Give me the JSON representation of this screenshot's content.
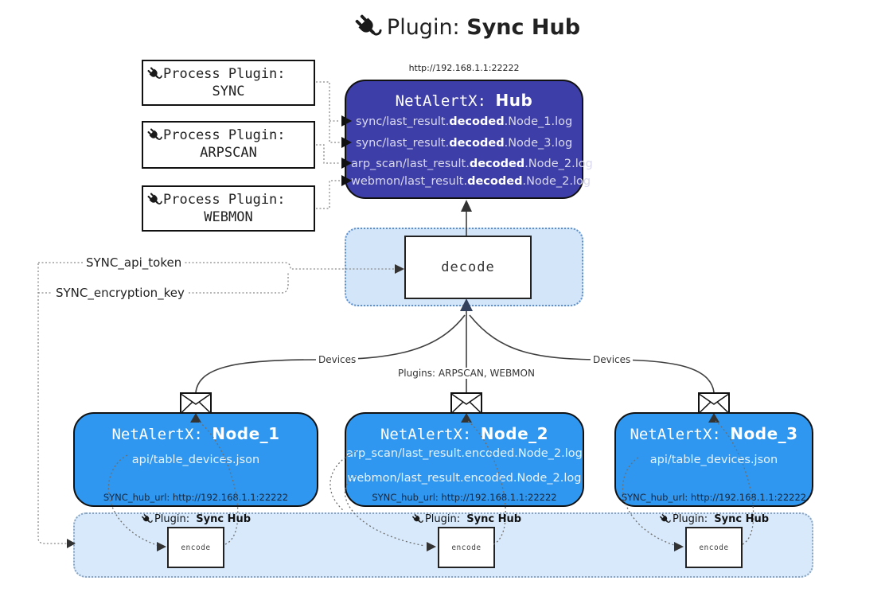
{
  "title": {
    "icon": "plug-icon",
    "prefix": "Plugin:",
    "name": "Sync Hub"
  },
  "hub": {
    "url": "http://192.168.1.1:22222",
    "name_prefix": "NetAlertX:",
    "name": "Hub",
    "lines": [
      {
        "pre": "sync/last_result.",
        "bold": "decoded",
        "post": ".Node_1.log"
      },
      {
        "pre": "sync/last_result.",
        "bold": "decoded",
        "post": ".Node_3.log"
      },
      {
        "pre": "arp_scan/last_result.",
        "bold": "decoded",
        "post": ".Node_2.log"
      },
      {
        "pre": "webmon/last_result.",
        "bold": "decoded",
        "post": ".Node_2.log"
      }
    ]
  },
  "process_plugins": [
    {
      "label": "Process Plugin:",
      "name": "SYNC"
    },
    {
      "label": "Process Plugin:",
      "name": "ARPSCAN"
    },
    {
      "label": "Process Plugin:",
      "name": "WEBMON"
    }
  ],
  "tokens": {
    "api_token": "SYNC_api_token",
    "encryption_key": "SYNC_encryption_key"
  },
  "decode": {
    "label": "decode"
  },
  "edges": {
    "devices_left": "Devices",
    "devices_right": "Devices",
    "plugins_mid": "Plugins: ARPSCAN, WEBMON"
  },
  "nodes": [
    {
      "name_prefix": "NetAlertX:",
      "name": "Node_1",
      "files": [
        "api/table_devices.json"
      ],
      "hub_url": "SYNC_hub_url: http://192.168.1.1:22222"
    },
    {
      "name_prefix": "NetAlertX:",
      "name": "Node_2",
      "files": [
        "arp_scan/last_result.encoded.Node_2.log",
        "webmon/last_result.encoded.Node_2.log"
      ],
      "hub_url": "SYNC_hub_url: http://192.168.1.1:22222"
    },
    {
      "name_prefix": "NetAlertX:",
      "name": "Node_3",
      "files": [
        "api/table_devices.json"
      ],
      "hub_url": "SYNC_hub_url: http://192.168.1.1:22222"
    }
  ],
  "encoders": [
    {
      "plugin_prefix": "Plugin:",
      "plugin_name": "Sync Hub",
      "label": "encode"
    },
    {
      "plugin_prefix": "Plugin:",
      "plugin_name": "Sync Hub",
      "label": "encode"
    },
    {
      "plugin_prefix": "Plugin:",
      "plugin_name": "Sync Hub",
      "label": "encode"
    }
  ],
  "colors": {
    "hub_fill": "#3e3ea8",
    "node_fill": "#2f97ef",
    "decode_area_fill": "#d3e5f8",
    "encode_bar_fill": "#d7e9fb",
    "decode_border": "#5d8fcc",
    "encode_bar_border": "#8aa4bf",
    "line": "#3f3f3f",
    "dotted_line": "#808080"
  }
}
